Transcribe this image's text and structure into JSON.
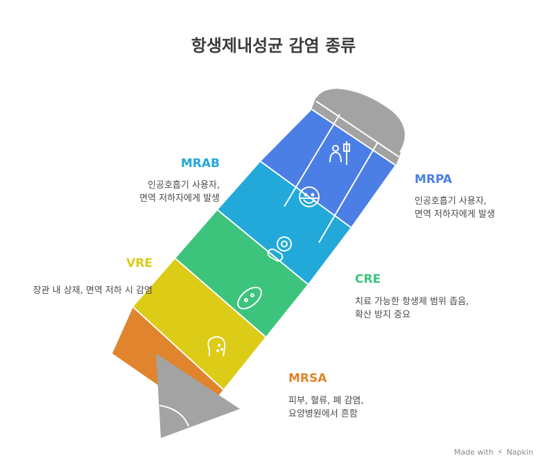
{
  "title": "항생제내성균 감염 종류",
  "colors": {
    "mrpa": "#4b7fe5",
    "mrab": "#22a9d9",
    "cre": "#3cc47c",
    "vre": "#dccb17",
    "mrsa": "#e0842d",
    "eraser": "#a3a3a3",
    "tip": "#a3a3a3"
  },
  "items": {
    "mrab": {
      "label": "MRAB",
      "line1": "인공호흡기 사용자,",
      "line2": "면역 저하자에게 발생",
      "icon": "ventilator-mask-icon"
    },
    "mrpa": {
      "label": "MRPA",
      "line1": "인공호흡기 사용자,",
      "line2": "면역 저하자에게 발생",
      "icon": "iv-drip-patient-icon"
    },
    "vre": {
      "label": "VRE",
      "line1": "장관 내 상재, 면역 저하 시 감염",
      "icon": "bacteria-icon"
    },
    "cre": {
      "label": "CRE",
      "line1": "치료 가능한 항생제 범위 좁음,",
      "line2": "확산 방지 중요",
      "icon": "pill-microscope-icon"
    },
    "mrsa": {
      "label": "MRSA",
      "line1": "피부, 혈류, 폐 감염,",
      "line2": "요양병원에서 흔함",
      "icon": "skin-infection-head-icon"
    }
  },
  "footer": {
    "made_with": "Made with",
    "brand": "Napkin"
  }
}
